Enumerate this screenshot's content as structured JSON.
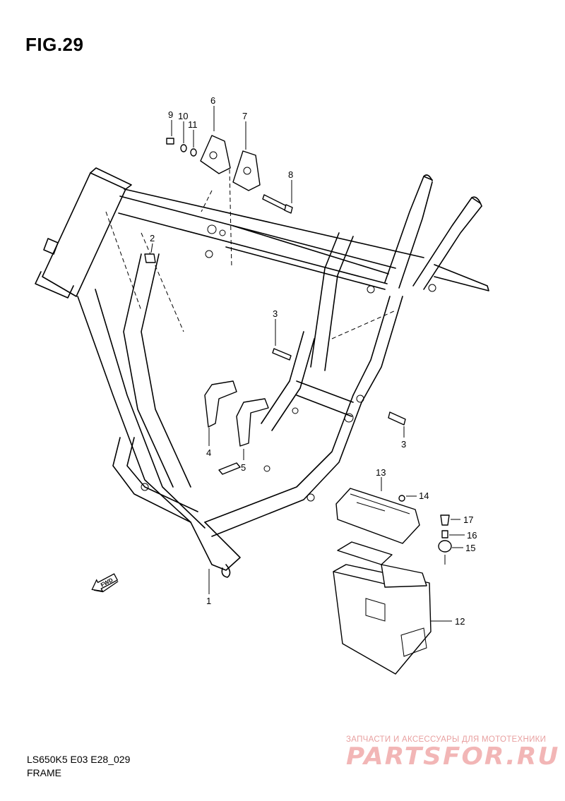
{
  "figure": {
    "title": "FIG.29",
    "model_code": "LS650K5 E03 E28_029",
    "section_name": "FRAME"
  },
  "callouts": [
    {
      "id": "1",
      "label": "1"
    },
    {
      "id": "2",
      "label": "2"
    },
    {
      "id": "3a",
      "label": "3"
    },
    {
      "id": "3b",
      "label": "3"
    },
    {
      "id": "4",
      "label": "4"
    },
    {
      "id": "5",
      "label": "5"
    },
    {
      "id": "6",
      "label": "6"
    },
    {
      "id": "7",
      "label": "7"
    },
    {
      "id": "8",
      "label": "8"
    },
    {
      "id": "9",
      "label": "9"
    },
    {
      "id": "10",
      "label": "10"
    },
    {
      "id": "11",
      "label": "11"
    },
    {
      "id": "12",
      "label": "12"
    },
    {
      "id": "13",
      "label": "13"
    },
    {
      "id": "14",
      "label": "14"
    },
    {
      "id": "15",
      "label": "15"
    },
    {
      "id": "16",
      "label": "16"
    },
    {
      "id": "17",
      "label": "17"
    }
  ],
  "direction_marker": {
    "label": "FWD",
    "icon": "fwd-arrow-icon"
  },
  "watermark": {
    "tagline": "ЗАПЧАСТИ И АКСЕССУАРЫ ДЛЯ МОТОТЕХНИКИ",
    "logo_text": "PARTSFOR.RU",
    "color": "#f2b6b6"
  }
}
